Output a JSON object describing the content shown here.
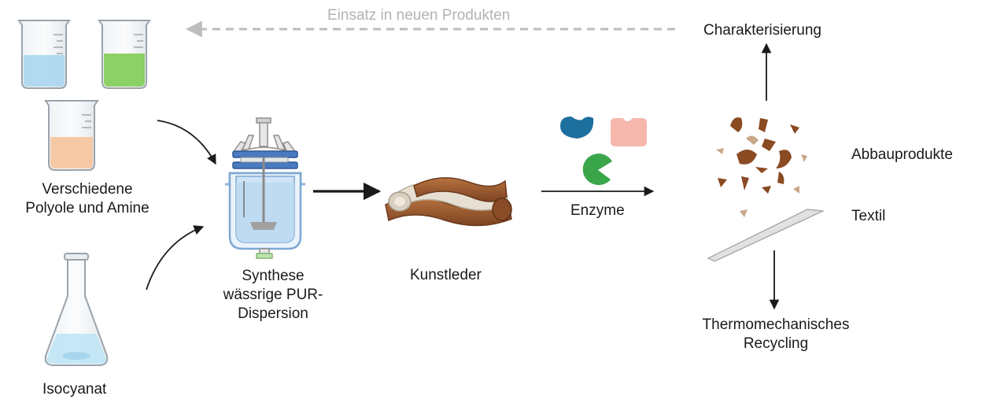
{
  "labels": {
    "reuse": "Einsatz in neuen Produkten",
    "characterization": "Charakterisierung",
    "polyols_line1": "Verschiedene",
    "polyols_line2": "Polyole und Amine",
    "isocyanate": "Isocyanat",
    "synthesis_line1": "Synthese",
    "synthesis_line2": "wässrige PUR-",
    "synthesis_line3": "Dispersion",
    "leather": "Kunstleder",
    "enzymes": "Enzyme",
    "degradation_products": "Abbauprodukte",
    "textile": "Textil",
    "recycling_line1": "Thermomechanisches",
    "recycling_line2": "Recycling"
  },
  "colors": {
    "beaker_blue": "#a9d6ee",
    "beaker_green": "#86cf5e",
    "beaker_orange": "#f6c6a1",
    "flask_blue": "#bfe4f5",
    "reactor_blue": "#4a7bc0",
    "leather_brown": "#9a5a33",
    "leather_cream": "#e7e0d2",
    "enzyme_blue": "#1d6f9e",
    "enzyme_green": "#3aa64a",
    "enzyme_pink": "#f6b8ad",
    "fragment_brown": "#8a4a22",
    "fragment_light": "#c9a88a",
    "arrow_gray": "#bdbdbd",
    "arrow_dark": "#1a1a1a"
  },
  "icons": [
    "beaker-icon",
    "erlenmeyer-flask-icon",
    "reactor-icon",
    "artificial-leather-icon",
    "enzyme-icon",
    "fragment-icon",
    "textile-sheet-icon"
  ]
}
